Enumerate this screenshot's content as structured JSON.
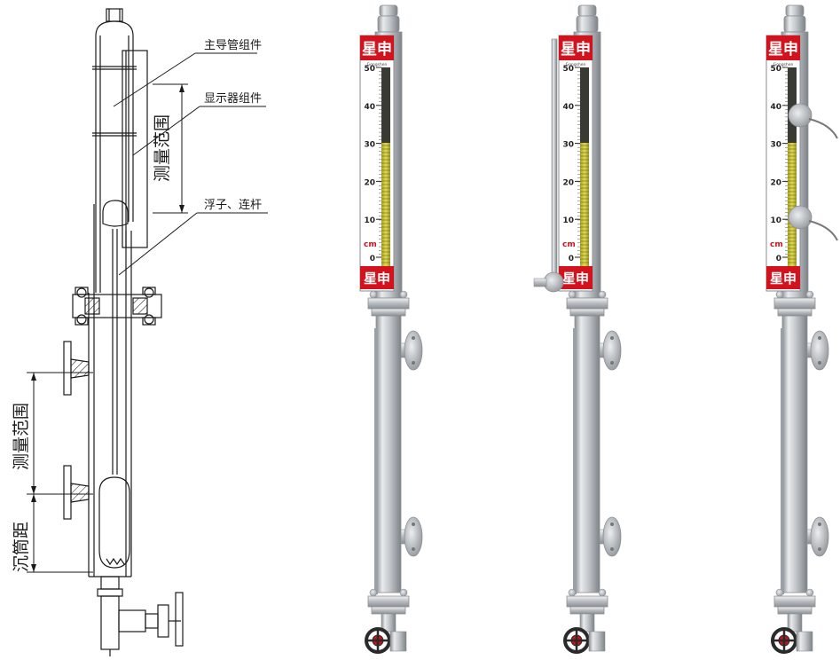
{
  "drawing": {
    "labels": {
      "main_guide_tube": "主导管组件",
      "indicator_assembly": "显示器组件",
      "float_rod": "浮子、连杆",
      "measuring_range_upper": "测量范围",
      "measuring_range_lower": "测量范围",
      "sinker_distance": "沉筒距"
    }
  },
  "products": [
    {
      "brand": "星申",
      "sub": "Gongshen",
      "scale": [
        "50",
        "40",
        "30",
        "20",
        "10",
        "0"
      ],
      "unit": "cm",
      "variant": "plain"
    },
    {
      "brand": "星申",
      "sub": "Gongshen",
      "scale": [
        "50",
        "40",
        "30",
        "20",
        "10",
        "0"
      ],
      "unit": "cm",
      "variant": "transmitter"
    },
    {
      "brand": "星申",
      "sub": "Gongshen",
      "scale": [
        "50",
        "40",
        "30",
        "20",
        "10",
        "0"
      ],
      "unit": "cm",
      "variant": "switches"
    }
  ],
  "colors": {
    "line": "#1a1a1a",
    "steel_light": "#e6e8ea",
    "steel_mid": "#b9bdc1",
    "steel_dark": "#8a8f94",
    "brand_red": "#d2121c",
    "indicator_yellow": "#d6cf3c",
    "indicator_dark": "#3a3a34",
    "valve_red": "#c3121a"
  }
}
